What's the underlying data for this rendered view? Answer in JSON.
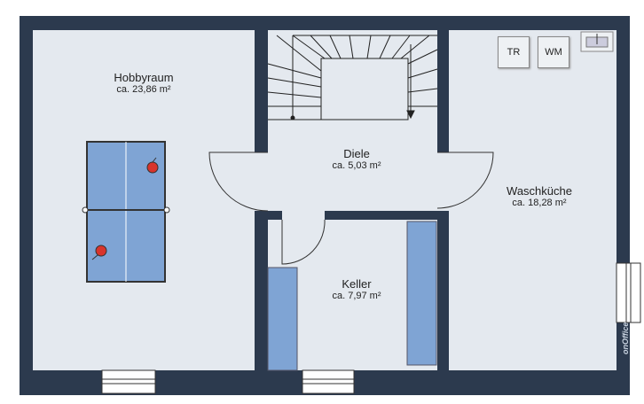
{
  "rooms": [
    {
      "name": "Hobbyraum",
      "area": "ca. 23,86 m²"
    },
    {
      "name": "Diele",
      "area": "ca. 5,03 m²"
    },
    {
      "name": "Keller",
      "area": "ca. 7,97 m²"
    },
    {
      "name": "Waschküche",
      "area": "ca. 18,28 m²"
    }
  ],
  "appliances": {
    "dryer": "TR",
    "washer": "WM"
  },
  "watermark": "onOffice",
  "colors": {
    "wall": "#2c3a4e",
    "floor": "#e4e9ef",
    "furniture": "#7fa4d4"
  }
}
